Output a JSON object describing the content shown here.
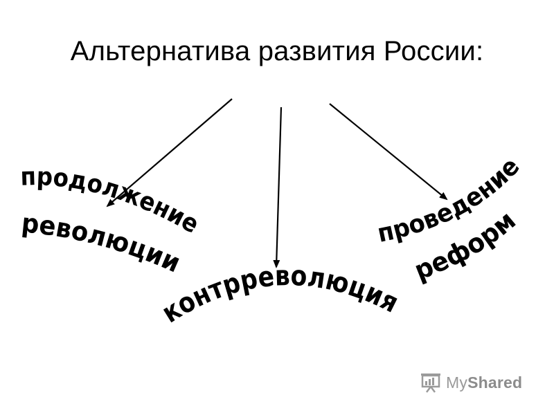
{
  "slide": {
    "title": "Альтернатива развития России:",
    "options": [
      {
        "line1": "продолжение",
        "line2": "революции"
      },
      {
        "line1": "контрреволюция"
      },
      {
        "line1": "проведение",
        "line2": "реформ"
      }
    ]
  },
  "watermark": {
    "icon": "presentation-board-icon",
    "prefix": "My",
    "brand": "Shared",
    "color": "#9a9a9a"
  }
}
